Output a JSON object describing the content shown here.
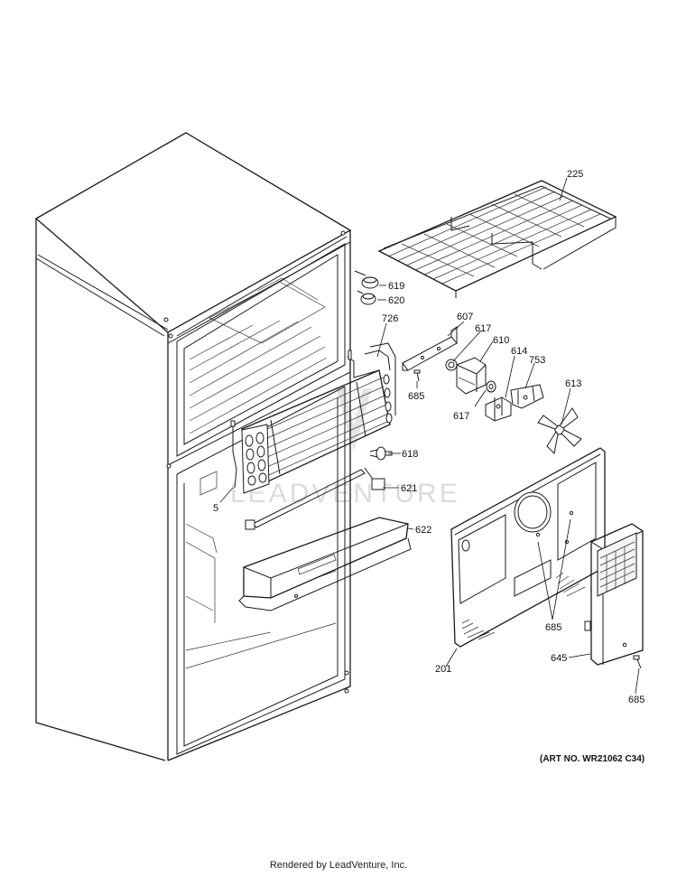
{
  "diagram": {
    "callouts": [
      "225",
      "619",
      "620",
      "726",
      "607",
      "617",
      "610",
      "614",
      "753",
      "685",
      "617",
      "613",
      "618",
      "621",
      "5",
      "622",
      "685",
      "201",
      "645",
      "685"
    ],
    "art_number": "(ART NO. WR21062 C34)",
    "watermark": "LEADVENTURE"
  },
  "footer": {
    "text": "Rendered by LeadVenture, Inc."
  }
}
